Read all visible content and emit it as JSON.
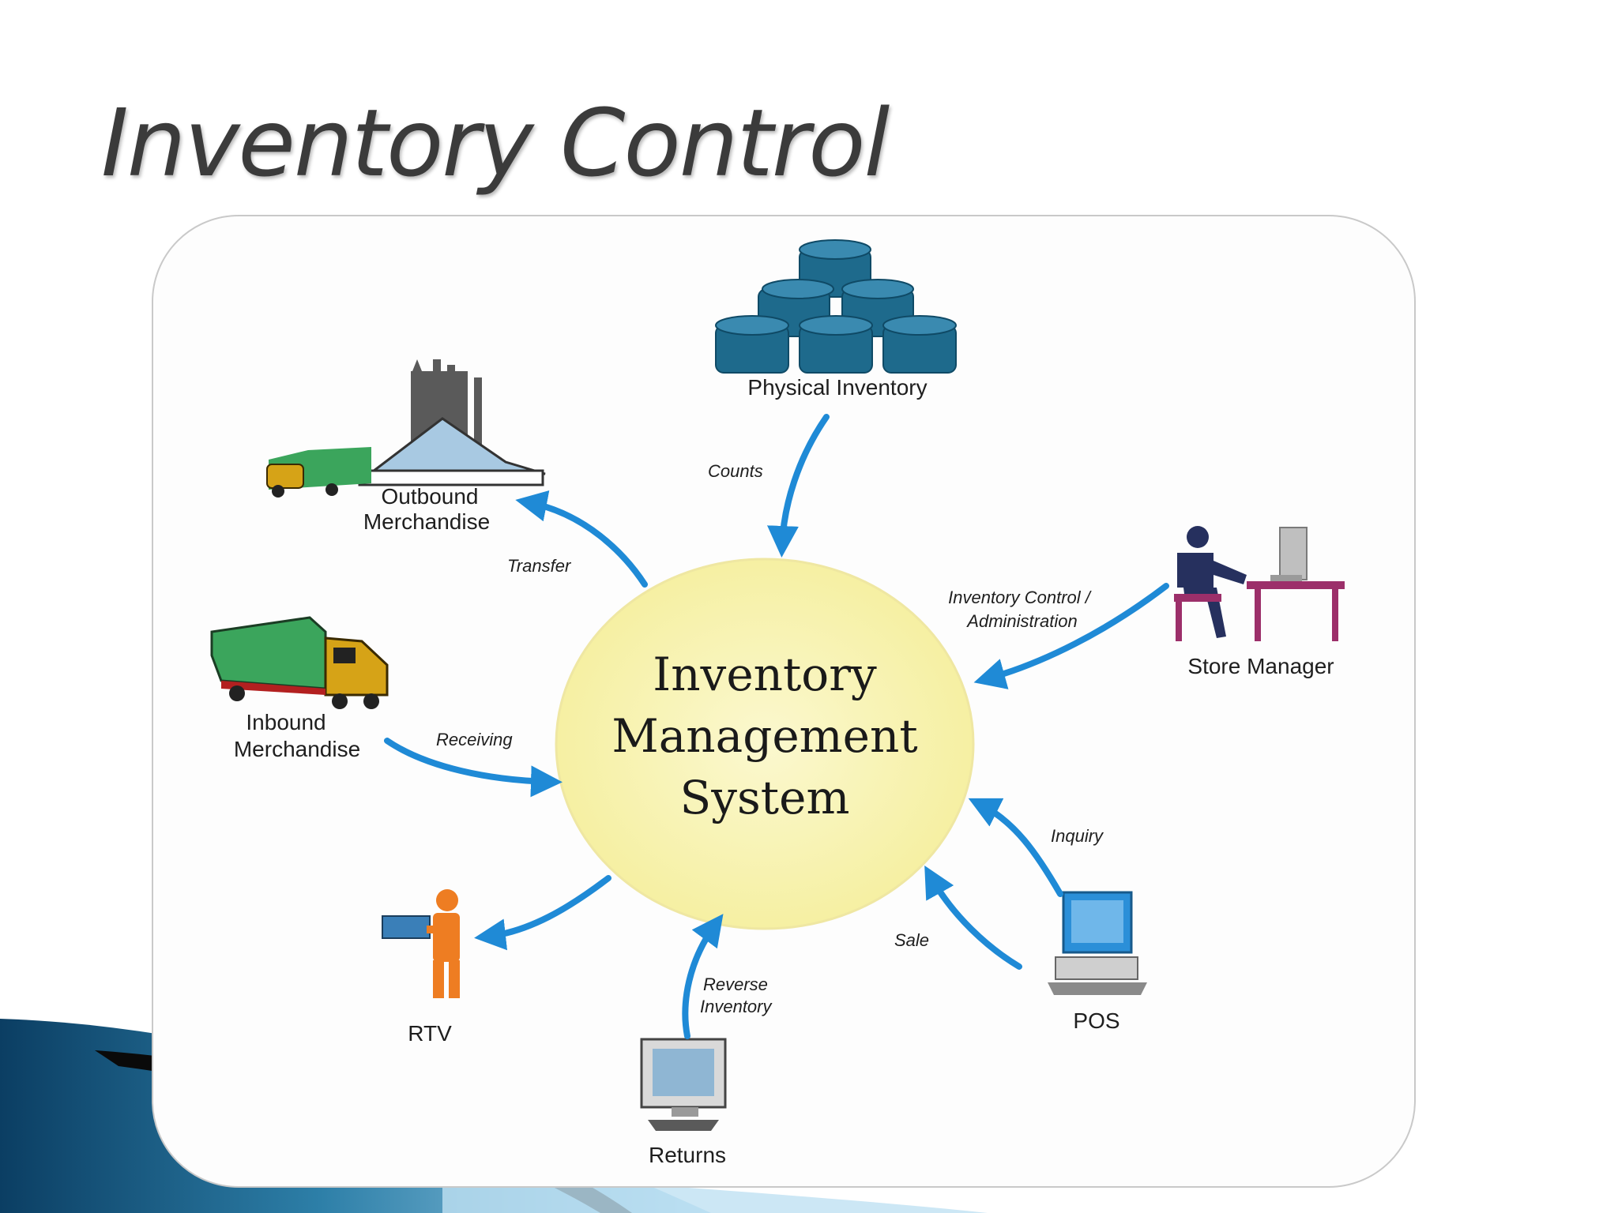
{
  "slide": {
    "title": "Inventory Control"
  },
  "center": {
    "lines": [
      "Inventory",
      "Management",
      "System"
    ]
  },
  "nodes": {
    "physical_inventory": "Physical Inventory",
    "outbound": [
      "Outbound",
      "Merchandise"
    ],
    "inbound": [
      "Inbound",
      "Merchandise"
    ],
    "store_manager": "Store Manager",
    "rtv": "RTV",
    "returns": "Returns",
    "pos": "POS"
  },
  "edges": {
    "counts": "Counts",
    "transfer": "Transfer",
    "admin": [
      "Inventory Control /",
      "Administration"
    ],
    "receiving": "Receiving",
    "inquiry": "Inquiry",
    "sale": "Sale",
    "reverse": [
      "Reverse",
      "Inventory"
    ]
  },
  "colors": {
    "arrow": "#1f8ad6",
    "center_fill": "#f8f4b8",
    "db_teal": "#1e6a8c",
    "truck_green": "#3ba55c",
    "truck_yellow": "#d6a317",
    "desk_magenta": "#9c2f6a",
    "person_navy": "#26305e",
    "rtv_orange": "#ee7d22",
    "monitor_blue": "#2b8fd8",
    "swoosh_blue": "#2d7fa8"
  }
}
